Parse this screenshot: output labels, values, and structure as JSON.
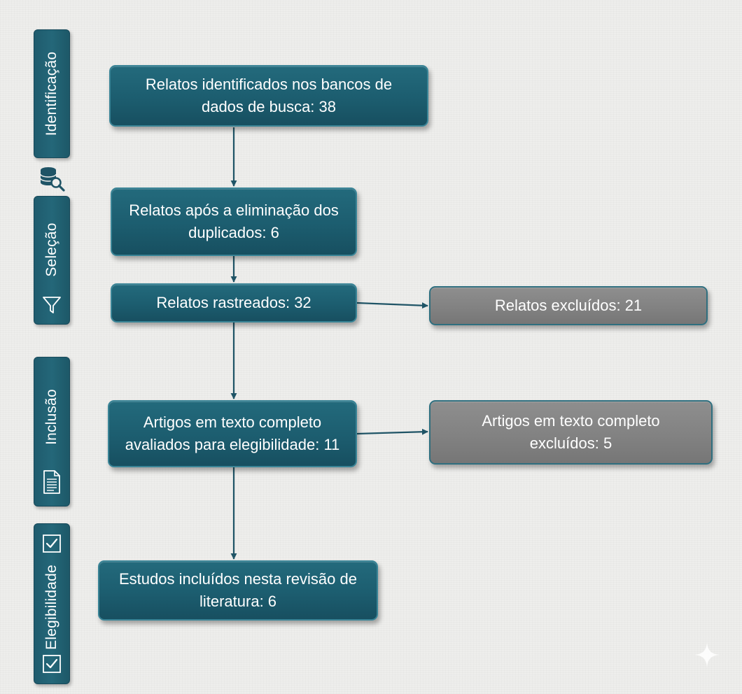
{
  "phases": {
    "identificacao": "Identificação",
    "selecao": "Seleção",
    "inclusao": "Inclusão",
    "elegibilidade": "Elegibilidade"
  },
  "icons": {
    "database": "database-search-icon",
    "filter": "filter-icon",
    "document": "document-icon",
    "checkbox": "checkbox-icon"
  },
  "boxes": {
    "identified": "Relatos identificados nos bancos de dados de busca: 38",
    "after_duplicates": "Relatos após a eliminação dos duplicados: 6",
    "screened": "Relatos rastreados: 32",
    "excluded_reports": "Relatos excluídos: 21",
    "fulltext_assessed": "Artigos em texto completo avaliados para elegibilidade: 11",
    "fulltext_excluded": "Artigos em texto completo excluídos: 5",
    "included": "Estudos incluídos nesta revisão de literatura: 6"
  },
  "colors": {
    "teal": "#1c5d6f",
    "gray": "#828282",
    "arrow": "#1f5466",
    "background": "#eeeeec"
  }
}
